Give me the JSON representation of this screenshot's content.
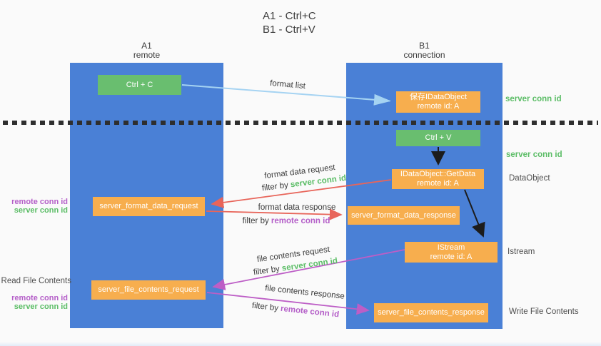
{
  "title": {
    "line1": "A1 - Ctrl+C",
    "line2": "B1 - Ctrl+V"
  },
  "columns": {
    "a": {
      "name": "A1",
      "subtitle": "remote"
    },
    "b": {
      "name": "B1",
      "subtitle": "connection"
    }
  },
  "nodes": {
    "ctrl_c": {
      "label": "Ctrl + C"
    },
    "ctrl_v": {
      "label": "Ctrl + V"
    },
    "save_dataobject": {
      "line1": "保存IDataObject",
      "line2": "remote id: A"
    },
    "getdata": {
      "line1": "IDataObject::GetData",
      "line2": "remote id: A"
    },
    "istream": {
      "line1": "IStream",
      "line2": "remote id: A"
    },
    "format_request": {
      "label": "server_format_data_request"
    },
    "format_response": {
      "label": "server_format_data_response"
    },
    "file_request": {
      "label": "server_file_contents_request"
    },
    "file_response": {
      "label": "server_file_contents_response"
    }
  },
  "labels": {
    "server_conn_id": "server conn id",
    "remote_conn_id": "remote conn id",
    "dataobject": "DataObject",
    "istream": "Istream",
    "read_file_contents": "Read File Contents",
    "write_file_contents": "Write File Contents",
    "filter_by": "filter by ",
    "format_list": "format list",
    "format_data_request": "format data request",
    "format_data_response": "format data response",
    "file_contents_request": "file contents request",
    "file_contents_response": "file contents response"
  },
  "colors": {
    "column_blue": "#4a80d6",
    "node_green": "#69be6f",
    "node_orange": "#f7ae4e",
    "conn_id_green": "#5bbd66",
    "conn_id_purple": "#b45ec8",
    "arrow_red": "#e8655a",
    "arrow_magenta": "#bd5ec6",
    "arrow_light_blue": "#a5d3f2",
    "arrow_black": "#1c1c1c",
    "text_dark": "#3b3b3b"
  }
}
